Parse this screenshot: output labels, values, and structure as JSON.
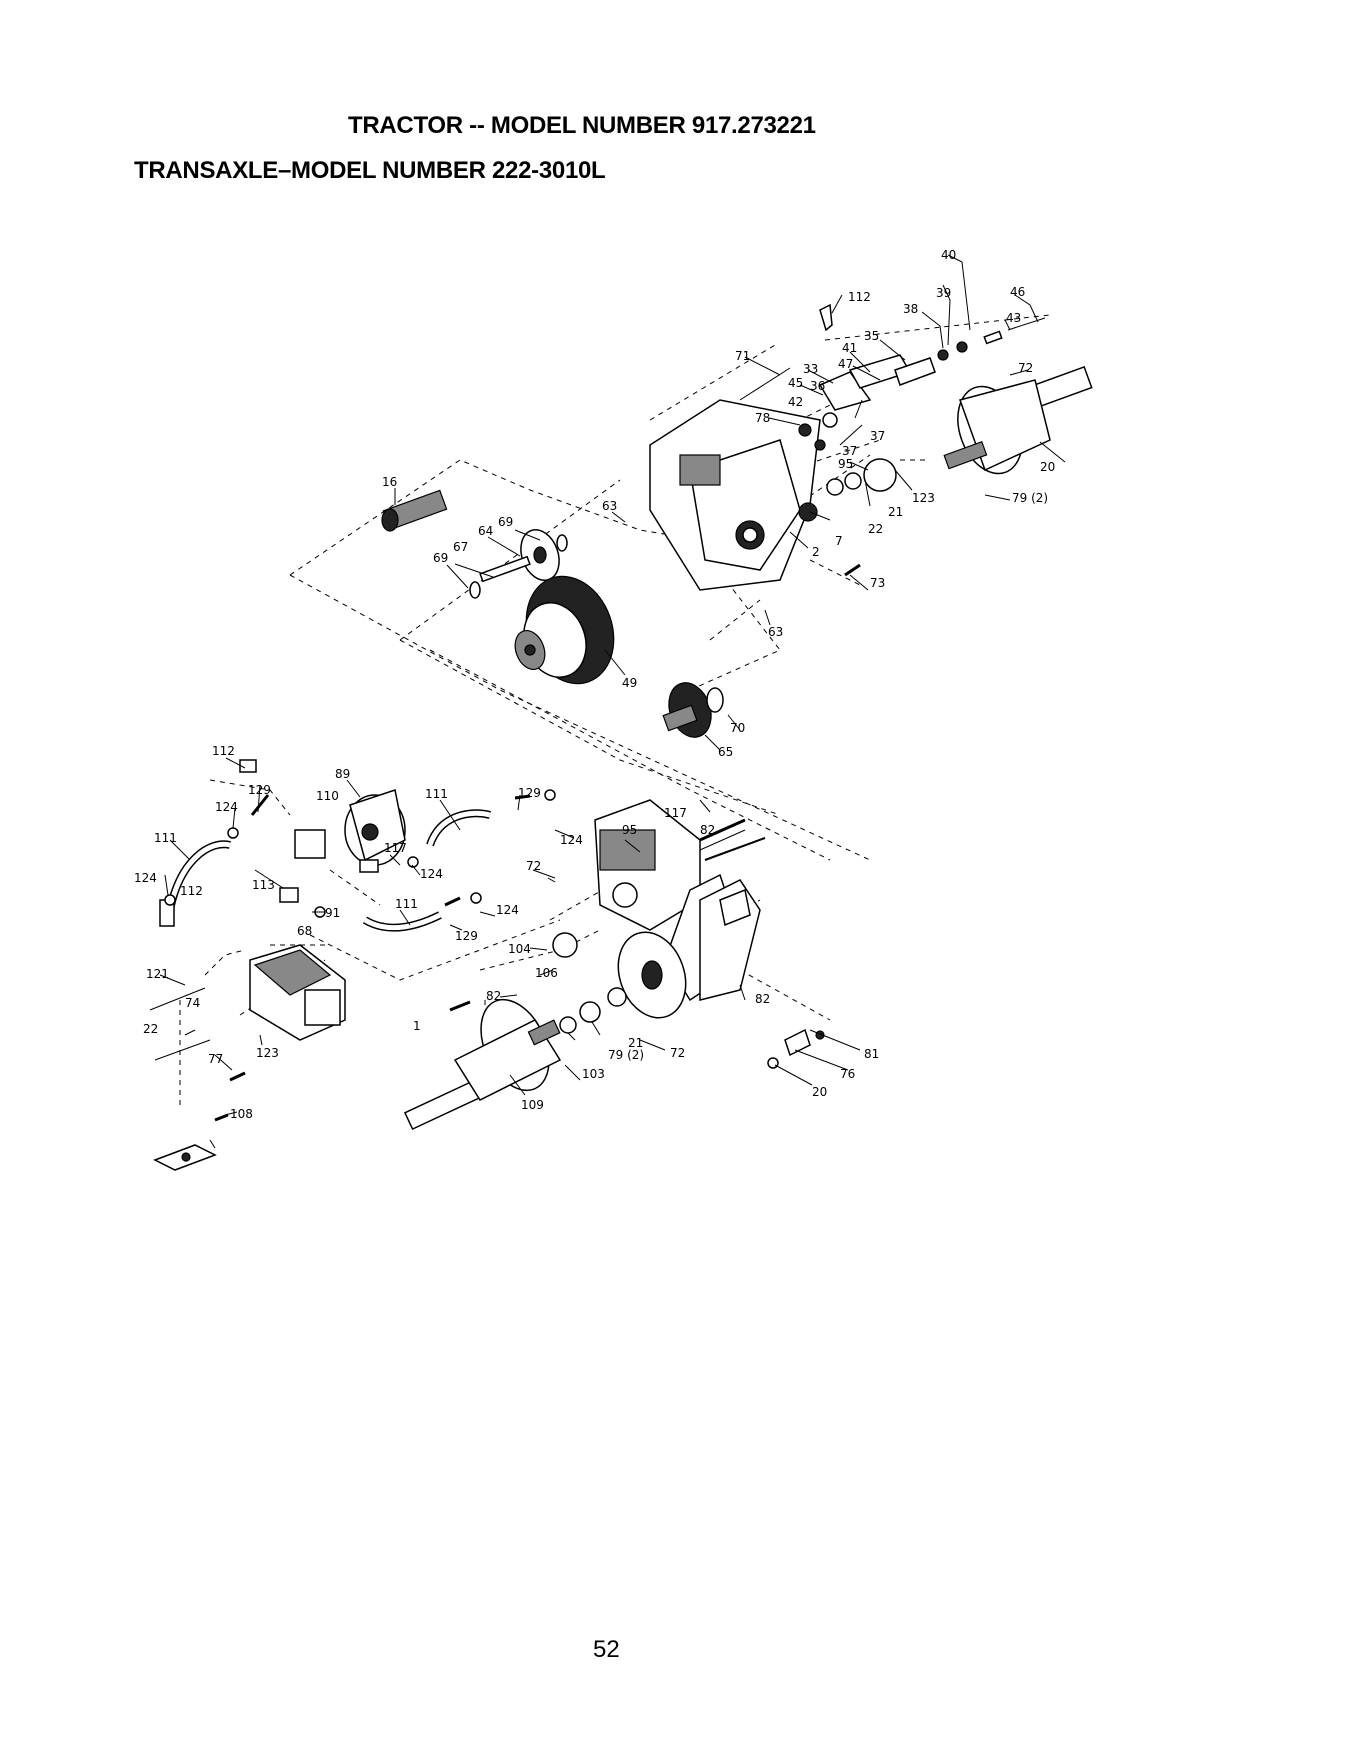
{
  "header": {
    "title": "TRACTOR -- MODEL NUMBER 917.273221",
    "subtitle": "TRANSAXLE–MODEL NUMBER 222-3010L"
  },
  "footer": {
    "page_number": "52"
  },
  "diagram": {
    "callouts": [
      "112",
      "40",
      "46",
      "39",
      "38",
      "43",
      "35",
      "71",
      "41",
      "33",
      "47",
      "45",
      "36",
      "72",
      "42",
      "78",
      "37",
      "37",
      "95",
      "20",
      "123",
      "21",
      "79 (2)",
      "22",
      "16",
      "63",
      "69",
      "64",
      "67",
      "69",
      "2",
      "7",
      "73",
      "63",
      "49",
      "70",
      "65",
      "112",
      "89",
      "129",
      "110",
      "111",
      "129",
      "124",
      "117",
      "95",
      "82",
      "111",
      "117",
      "124",
      "124",
      "112",
      "72",
      "113",
      "124",
      "111",
      "124",
      "129",
      "91",
      "68",
      "104",
      "106",
      "82",
      "121",
      "74",
      "1",
      "82",
      "22",
      "21",
      "79 (2)",
      "72",
      "123",
      "103",
      "81",
      "77",
      "76",
      "20",
      "109",
      "108"
    ]
  }
}
